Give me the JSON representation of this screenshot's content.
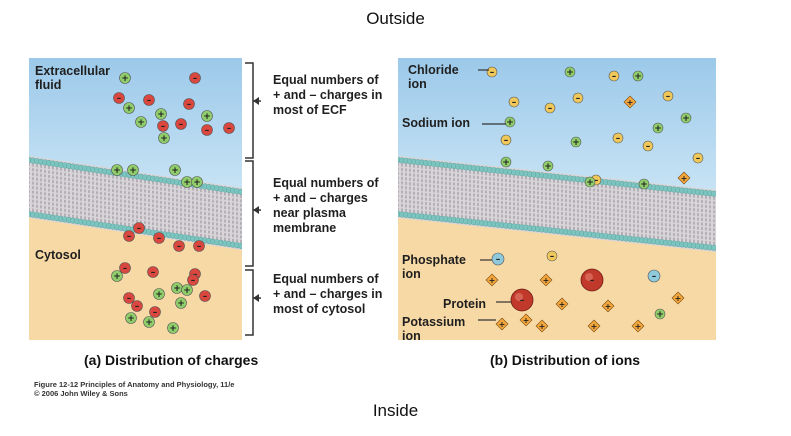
{
  "figure": {
    "outside_label": "Outside",
    "inside_label": "Inside",
    "credit_line1": "Figure 12-12  Principles of Anatomy and Physiology, 11/e",
    "credit_line2": "© 2006 John Wiley & Sons"
  },
  "panel_a": {
    "caption": "(a) Distribution of charges",
    "extracellular_label": "Extracellular fluid",
    "cytosol_label": "Cytosol",
    "desc_top": "Equal numbers of + and – charges in most of ECF",
    "desc_middle": "Equal numbers of + and – charges near plasma membrane",
    "desc_bottom": "Equal numbers of + and – charges in most of cytosol"
  },
  "panel_b": {
    "caption": "(b) Distribution of ions",
    "chloride_label": "Chloride ion",
    "sodium_label": "Sodium ion",
    "phosphate_label": "Phosphate ion",
    "protein_label": "Protein",
    "potassium_label": "Potassium ion"
  },
  "colors": {
    "ecf_top": "#9cc9ea",
    "ecf_bottom": "#c7e3f4",
    "cytosol": "#f7d9a6",
    "membrane_head": "#7cc4bf",
    "membrane_tail": "#9c9aa3",
    "positive_ion": "#8fce6a",
    "negative_ion": "#d9473e",
    "chloride": "#f0c85a",
    "phosphate": "#8fc9dc",
    "potassium": "#f2a63b",
    "protein": "#c0392b"
  }
}
